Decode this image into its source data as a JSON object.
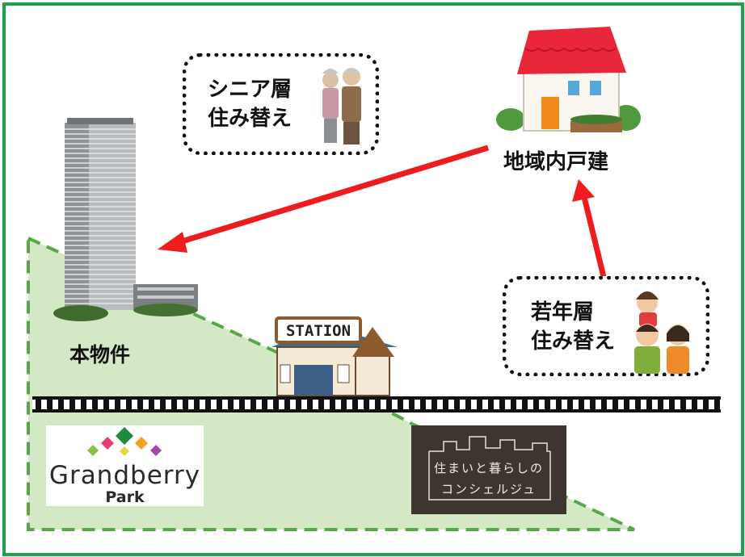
{
  "labels": {
    "property": "本物件",
    "local_house": "地域内戸建",
    "station_sign": "STATION"
  },
  "bubbles": {
    "senior": {
      "line1": "シニア層",
      "line2": "住み替え"
    },
    "young": {
      "line1": "若年層",
      "line2": "住み替え"
    }
  },
  "logo": {
    "word": "Grandberry",
    "sub": "Park"
  },
  "concierge": {
    "line1": "住まいと暮らしの",
    "line2": "コンシェルジュ"
  },
  "colors": {
    "frame": "#1aa34a",
    "hill_fill": "#d5e8c5",
    "hill_dash": "#5aa74a",
    "arrow": "#ee1c1c",
    "roof": "#e8283a",
    "concierge_bg": "#3e3530"
  },
  "icons": [
    "tower-icon",
    "house-icon",
    "station-icon",
    "senior-couple-icon",
    "young-family-icon",
    "railway-track-icon",
    "logo-diamonds-icon"
  ]
}
